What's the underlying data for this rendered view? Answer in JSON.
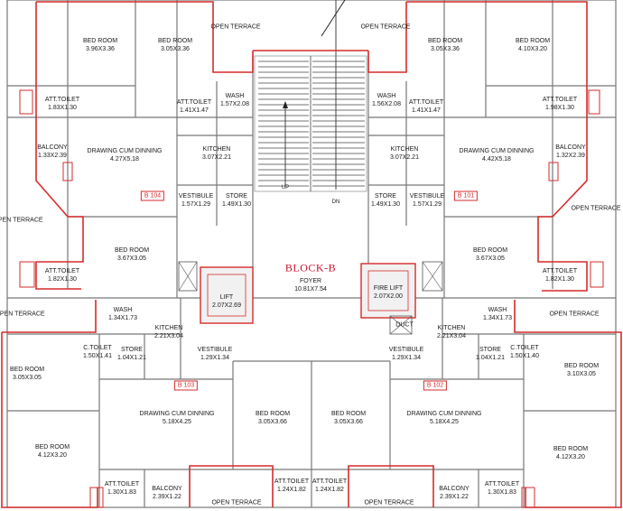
{
  "plan": {
    "title": "BLOCK-B",
    "stair": {
      "up": "UP",
      "down": "DN"
    },
    "flats": [
      {
        "id": "B 104"
      },
      {
        "id": "B 101"
      },
      {
        "id": "B 103"
      },
      {
        "id": "B 102"
      }
    ],
    "rooms": [
      {
        "name": "BED ROOM",
        "dims": "3.96X3.36"
      },
      {
        "name": "BED ROOM",
        "dims": "3.05X3.36"
      },
      {
        "name": "OPEN TERRACE",
        "dims": ""
      },
      {
        "name": "OPEN TERRACE",
        "dims": ""
      },
      {
        "name": "BED ROOM",
        "dims": "3.05X3.36"
      },
      {
        "name": "BED ROOM",
        "dims": "4.10X3.20"
      },
      {
        "name": "ATT.TOILET",
        "dims": "1.83X1.30"
      },
      {
        "name": "ATT.TOILET",
        "dims": "1.41X1.47"
      },
      {
        "name": "WASH",
        "dims": "1.57X2.08"
      },
      {
        "name": "WASH",
        "dims": "1.56X2.08"
      },
      {
        "name": "ATT.TOILET",
        "dims": "1.41X1.47"
      },
      {
        "name": "ATT.TOILET",
        "dims": "1.98X1.30"
      },
      {
        "name": "BALCONY",
        "dims": "1.33X2.39"
      },
      {
        "name": "DRAWING CUM DINNING",
        "dims": "4.27X5.18"
      },
      {
        "name": "KITCHEN",
        "dims": "3.07X2.21"
      },
      {
        "name": "KITCHEN",
        "dims": "3.07X2.21"
      },
      {
        "name": "DRAWING CUM DINNING",
        "dims": "4.42X5.18"
      },
      {
        "name": "BALCONY",
        "dims": "1.32X2.39"
      },
      {
        "name": "VESTIBULE",
        "dims": "1.57X1.29"
      },
      {
        "name": "STORE",
        "dims": "1.49X1.30"
      },
      {
        "name": "STORE",
        "dims": "1.49X1.30"
      },
      {
        "name": "VESTIBULE",
        "dims": "1.57X1.29"
      },
      {
        "name": "OPEN TERRACE",
        "dims": ""
      },
      {
        "name": "OPEN TERRACE",
        "dims": ""
      },
      {
        "name": "BED ROOM",
        "dims": "3.67X3.05"
      },
      {
        "name": "BED ROOM",
        "dims": "3.67X3.05"
      },
      {
        "name": "ATT.TOILET",
        "dims": "1.82X1.30"
      },
      {
        "name": "ATT.TOILET",
        "dims": "1.82X1.30"
      },
      {
        "name": "FOYER",
        "dims": "10.81X7.54"
      },
      {
        "name": "LIFT",
        "dims": "2.07X2.69"
      },
      {
        "name": "FIRE LIFT",
        "dims": "2.07X2.00"
      },
      {
        "name": "OPEN TERRACE",
        "dims": ""
      },
      {
        "name": "WASH",
        "dims": "1.34X1.73"
      },
      {
        "name": "WASH",
        "dims": "1.34X1.73"
      },
      {
        "name": "OPEN TERRACE",
        "dims": ""
      },
      {
        "name": "KITCHEN",
        "dims": "2.21X3.04"
      },
      {
        "name": "KITCHEN",
        "dims": "2.21X3.04"
      },
      {
        "name": "DUCT",
        "dims": ""
      },
      {
        "name": "C.TOILET",
        "dims": "1.50X1.41"
      },
      {
        "name": "STORE",
        "dims": "1.04X1.21"
      },
      {
        "name": "VESTIBULE",
        "dims": "1.29X1.34"
      },
      {
        "name": "VESTIBULE",
        "dims": "1.29X1.34"
      },
      {
        "name": "STORE",
        "dims": "1.04X1.21"
      },
      {
        "name": "C.TOILET",
        "dims": "1.50X1.40"
      },
      {
        "name": "BED ROOM",
        "dims": "3.05X3.05"
      },
      {
        "name": "BED ROOM",
        "dims": "3.10X3.05"
      },
      {
        "name": "DRAWING CUM DINNING",
        "dims": "5.18X4.25"
      },
      {
        "name": "BED ROOM",
        "dims": "3.05X3.66"
      },
      {
        "name": "BED ROOM",
        "dims": "3.05X3.66"
      },
      {
        "name": "DRAWING CUM DINNING",
        "dims": "5.18X4.25"
      },
      {
        "name": "BED ROOM",
        "dims": "4.12X3.20"
      },
      {
        "name": "BED ROOM",
        "dims": "4.12X3.20"
      },
      {
        "name": "ATT.TOILET",
        "dims": "1.30X1.83"
      },
      {
        "name": "BALCONY",
        "dims": "2.39X1.22"
      },
      {
        "name": "ATT.TOILET",
        "dims": "1.24X1.82"
      },
      {
        "name": "ATT.TOILET",
        "dims": "1.24X1.82"
      },
      {
        "name": "BALCONY",
        "dims": "2.39X1.22"
      },
      {
        "name": "ATT.TOILET",
        "dims": "1.30X1.83"
      },
      {
        "name": "OPEN TERRACE",
        "dims": ""
      },
      {
        "name": "OPEN TERRACE",
        "dims": ""
      }
    ]
  },
  "colors": {
    "wall": "#555555",
    "boundary": "#d62b2b",
    "fill": "#f1f1f1",
    "label": "#1a1a1a"
  }
}
